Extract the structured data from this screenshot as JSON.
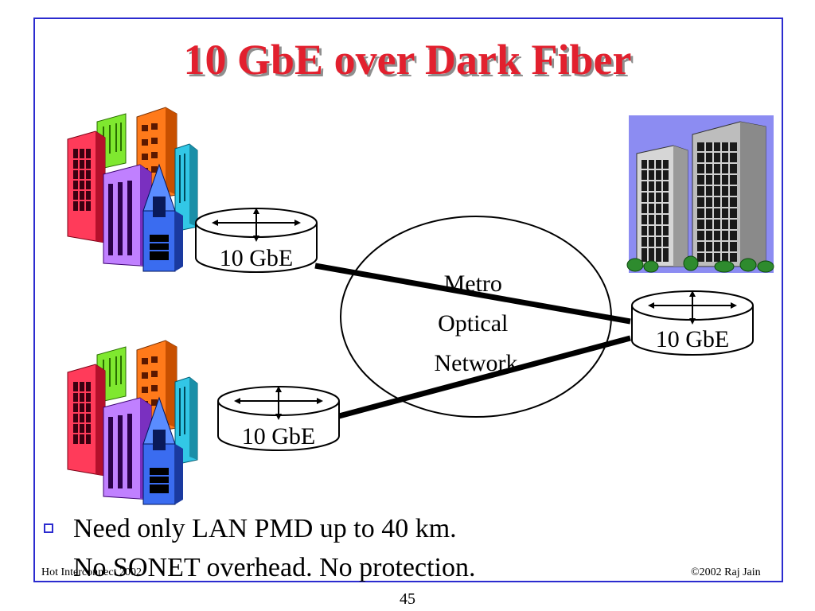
{
  "slide": {
    "title": "10 GbE over Dark Fiber",
    "page_number": "45"
  },
  "diagram": {
    "cloud_label_lines": [
      "Metro",
      "Optical",
      "Network"
    ],
    "switch_labels": {
      "top_left": "10 GbE",
      "bottom_left": "10 GbE",
      "right": "10 GbE"
    },
    "icons": {
      "top_left_buildings": "colorful-buildings-icon",
      "bottom_left_buildings": "colorful-buildings-icon",
      "right_buildings": "office-towers-icon",
      "switch": "router-icon"
    }
  },
  "bullets": [
    "Need only LAN PMD up to 40 km.",
    "No SONET overhead. No protection."
  ],
  "footer": {
    "left": "Hot Interconnect 2002",
    "right": "©2002 Raj Jain"
  },
  "colors": {
    "title": "#e2202e",
    "frame": "#2b2bcf",
    "sky": "#8c8cf2"
  }
}
